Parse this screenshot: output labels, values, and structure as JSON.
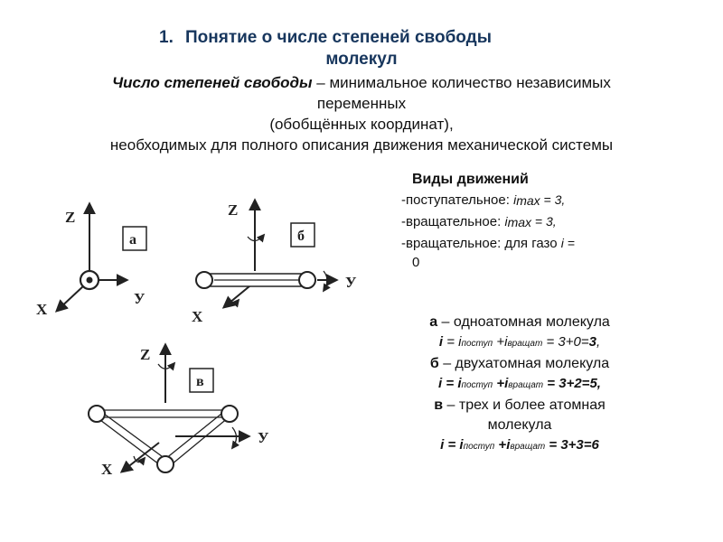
{
  "title": {
    "number": "1.",
    "line1": "Понятие о числе степеней свободы",
    "line2": "молекул"
  },
  "definition": {
    "term": "Число степеней свободы",
    "line1_rest": " – минимальное количество независимых",
    "line2": "переменных",
    "line3": "(обобщённых координат),",
    "line4": "необходимых для полного описания движения механической системы"
  },
  "motion_types": {
    "heading": "Виды движений",
    "items": [
      {
        "label": "-поступательное:",
        "formula": "i",
        "sub": "max",
        "value": " = 3,"
      },
      {
        "label": "-вращательное:",
        "formula": "i",
        "sub": "max",
        "value": " = 3,"
      },
      {
        "label": "-вращательное: для газо",
        "formula": "i",
        "sub": "",
        "value": " ="
      },
      {
        "label": "0",
        "formula": "",
        "sub": "",
        "value": ""
      }
    ]
  },
  "molecules": [
    {
      "letter": "а",
      "text": " – одноатомная молекула",
      "f_i": "i",
      "f_eq": " = ",
      "f_i1": "i",
      "f_sub1": "поступ",
      "f_plus": " +",
      "f_i2": "i",
      "f_sub2": "вращат",
      "f_rest": " = 3+0=",
      "f_result": "3",
      "f_end": ","
    },
    {
      "letter": "б",
      "text": " – двухатомная молекула",
      "f_i": "i",
      "f_eq": " = ",
      "f_i1": "i",
      "f_sub1": "поступ",
      "f_plus": " +",
      "f_i2": "i",
      "f_sub2": "вращат",
      "f_rest": " = 3+2=",
      "f_result": "5",
      "f_end": ","
    },
    {
      "letter": "в",
      "text": " – трех и более атомная",
      "text2": "молекула",
      "f_i": "i",
      "f_eq": " = ",
      "f_i1": "i",
      "f_sub1": "поступ",
      "f_plus": " +",
      "f_i2": "i",
      "f_sub2": "вращат",
      "f_rest": " = 3+3=",
      "f_result": "6",
      "f_end": ""
    }
  ],
  "diagrams": {
    "axis_x": "X",
    "axis_y": "У",
    "axis_z": "Z",
    "label_a": "а",
    "label_b": "б",
    "label_v": "в"
  }
}
